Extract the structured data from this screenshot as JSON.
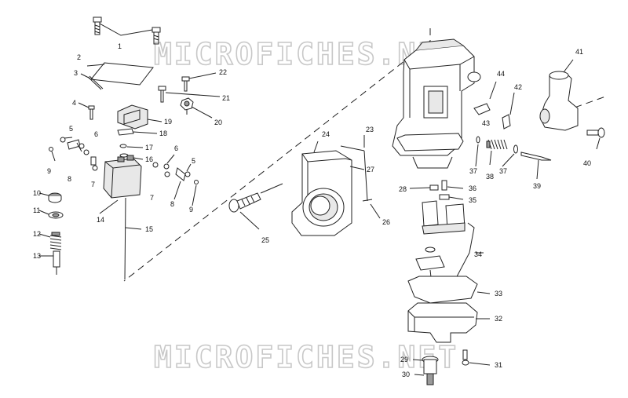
{
  "watermarks": [
    "MICROFICHES.NET",
    "MICROFICHES.NET"
  ],
  "parts": [
    {
      "id": "1",
      "label": "1"
    },
    {
      "id": "2",
      "label": "2"
    },
    {
      "id": "3",
      "label": "3"
    },
    {
      "id": "4",
      "label": "4"
    },
    {
      "id": "5a",
      "label": "5"
    },
    {
      "id": "5b",
      "label": "5"
    },
    {
      "id": "6a",
      "label": "6"
    },
    {
      "id": "6b",
      "label": "6"
    },
    {
      "id": "7a",
      "label": "7"
    },
    {
      "id": "7b",
      "label": "7"
    },
    {
      "id": "8a",
      "label": "8"
    },
    {
      "id": "8b",
      "label": "8"
    },
    {
      "id": "9a",
      "label": "9"
    },
    {
      "id": "9b",
      "label": "9"
    },
    {
      "id": "10",
      "label": "10"
    },
    {
      "id": "11",
      "label": "11"
    },
    {
      "id": "12",
      "label": "12"
    },
    {
      "id": "13",
      "label": "13"
    },
    {
      "id": "14",
      "label": "14"
    },
    {
      "id": "15",
      "label": "15"
    },
    {
      "id": "16",
      "label": "16"
    },
    {
      "id": "17",
      "label": "17"
    },
    {
      "id": "18",
      "label": "18"
    },
    {
      "id": "19",
      "label": "19"
    },
    {
      "id": "20",
      "label": "20"
    },
    {
      "id": "21",
      "label": "21"
    },
    {
      "id": "22",
      "label": "22"
    },
    {
      "id": "23",
      "label": "23"
    },
    {
      "id": "24",
      "label": "24"
    },
    {
      "id": "25",
      "label": "25"
    },
    {
      "id": "26",
      "label": "26"
    },
    {
      "id": "27",
      "label": "27"
    },
    {
      "id": "28",
      "label": "28"
    },
    {
      "id": "29",
      "label": "29"
    },
    {
      "id": "30",
      "label": "30"
    },
    {
      "id": "31",
      "label": "31"
    },
    {
      "id": "32",
      "label": "32"
    },
    {
      "id": "33",
      "label": "33"
    },
    {
      "id": "34",
      "label": "34"
    },
    {
      "id": "35",
      "label": "35"
    },
    {
      "id": "36",
      "label": "36"
    },
    {
      "id": "37a",
      "label": "37"
    },
    {
      "id": "37b",
      "label": "37"
    },
    {
      "id": "38",
      "label": "38"
    },
    {
      "id": "39",
      "label": "39"
    },
    {
      "id": "40",
      "label": "40"
    },
    {
      "id": "41",
      "label": "41"
    },
    {
      "id": "42",
      "label": "42"
    },
    {
      "id": "43",
      "label": "43"
    },
    {
      "id": "44",
      "label": "44"
    }
  ]
}
